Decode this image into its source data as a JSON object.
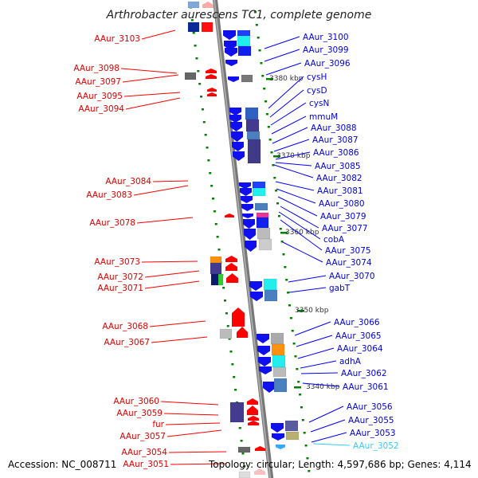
{
  "title": "Arthrobacter aurescens TC1, complete genome",
  "footer": {
    "accession": "Accession: NC_008711",
    "summary": "Topology: circular; Length: 4,597,686 bp; Genes: 4,114"
  },
  "colors": {
    "forward": "#ff0000",
    "reverse": "#0000ff",
    "highlight": "#33ccff",
    "backbone": "#888888",
    "ticks": "#008000"
  },
  "left_labels": [
    "AAur_3103",
    "AAur_3098",
    "AAur_3097",
    "AAur_3095",
    "AAur_3094",
    "AAur_3084",
    "AAur_3083",
    "AAur_3078",
    "AAur_3073",
    "AAur_3072",
    "AAur_3071",
    "AAur_3068",
    "AAur_3067",
    "AAur_3060",
    "AAur_3059",
    "fur",
    "AAur_3057",
    "AAur_3054",
    "AAur_3051"
  ],
  "right_labels": [
    "AAur_3100",
    "AAur_3099",
    "AAur_3096",
    "cysH",
    "cysD",
    "cysN",
    "mmuM",
    "AAur_3088",
    "AAur_3087",
    "AAur_3086",
    "AAur_3085",
    "AAur_3082",
    "AAur_3081",
    "AAur_3080",
    "AAur_3079",
    "AAur_3077",
    "cobA",
    "AAur_3075",
    "AAur_3074",
    "AAur_3070",
    "gabT",
    "AAur_3066",
    "AAur_3065",
    "AAur_3064",
    "adhA",
    "AAur_3062",
    "AAur_3061",
    "AAur_3056",
    "AAur_3055",
    "AAur_3053",
    "AAur_3052"
  ],
  "highlighted_label": "AAur_3052",
  "scale_labels": [
    "3380 kbp",
    "3370 kbp",
    "3360 kbp",
    "3350 kbp",
    "3340 kbp"
  ]
}
